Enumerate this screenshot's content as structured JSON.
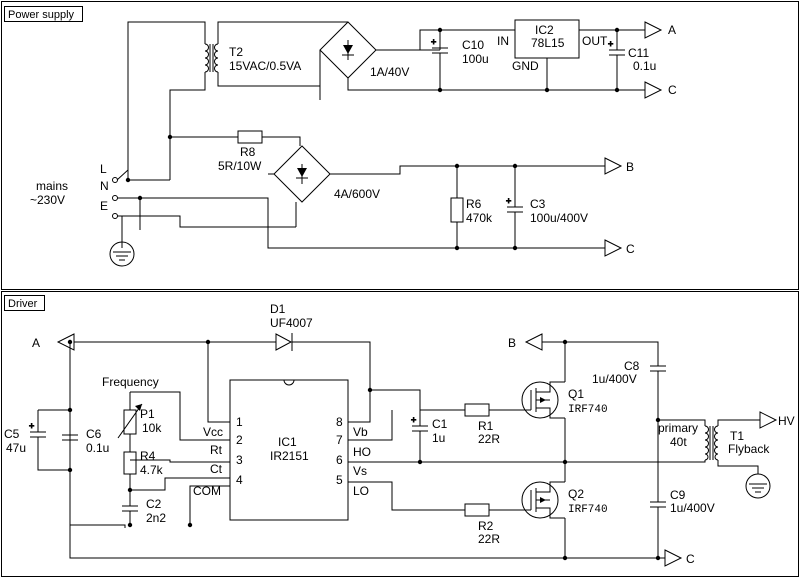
{
  "panels": {
    "power": {
      "title": "Power supply"
    },
    "driver": {
      "title": "Driver"
    }
  },
  "labels": {
    "t2_name": "T2",
    "t2_value": "15VAC/0.5VA",
    "br1_value": "1A/40V",
    "c10_name": "C10",
    "c10_value": "100u",
    "ic2_name": "IC2",
    "ic2_value": "78L15",
    "ic2_in": "IN",
    "ic2_gnd": "GND",
    "ic2_out": "OUT",
    "c11_name": "C11",
    "c11_value": "0.1u",
    "term_a": "A",
    "term_c": "C",
    "term_b": "B",
    "r8_name": "R8",
    "r8_value": "5R/10W",
    "br2_value": "4A/600V",
    "r6_name": "R6",
    "r6_value": "470k",
    "c3_name": "C3",
    "c3_value": "100u/400V",
    "pin_l": "L",
    "pin_n": "N",
    "pin_e": "E",
    "mains_1": "mains",
    "mains_2": "~230V",
    "d1_name": "D1",
    "d1_value": "UF4007",
    "frequency": "Frequency",
    "p1_name": "P1",
    "p1_value": "10k",
    "r4_name": "R4",
    "r4_value": "4.7k",
    "c2_name": "C2",
    "c2_value": "2n2",
    "c5_name": "C5",
    "c5_value": "47u",
    "c6_name": "C6",
    "c6_value": "0.1u",
    "ic1_name": "IC1",
    "ic1_value": "IR2151",
    "vcc": "Vcc",
    "rt": "Rt",
    "ct": "Ct",
    "com": "COM",
    "vb": "Vb",
    "ho": "HO",
    "vs": "Vs",
    "lo": "LO",
    "p1n": "1",
    "p2n": "2",
    "p3n": "3",
    "p4n": "4",
    "p5n": "5",
    "p6n": "6",
    "p7n": "7",
    "p8n": "8",
    "c1_name": "C1",
    "c1_value": "1u",
    "r1_name": "R1",
    "r1_value": "22R",
    "r2_name": "R2",
    "r2_value": "22R",
    "q1_name": "Q1",
    "q1_value": "IRF740",
    "q2_name": "Q2",
    "q2_value": "IRF740",
    "c8_name": "C8",
    "c8_value": "1u/400V",
    "c9_name": "C9",
    "c9_value": "1u/400V",
    "primary": "primary",
    "turns": "40t",
    "t1_name": "T1",
    "t1_value": "Flyback",
    "hv": "HV"
  }
}
